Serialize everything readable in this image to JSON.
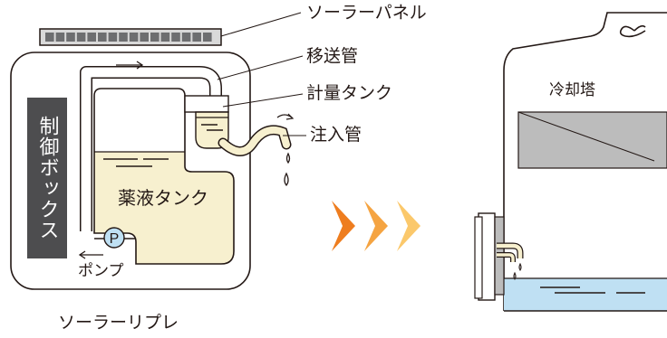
{
  "labels": {
    "solar_panel": "ソーラーパネル",
    "transfer_pipe": "移送管",
    "metering_tank": "計量タンク",
    "injection_pipe": "注入管",
    "control_box": "制御ボックス",
    "chemical_tank": "薬液タンク",
    "pump": "ポンプ",
    "pump_symbol": "P",
    "product_name": "ソーラーリプレ",
    "cooling_tower": "冷却塔"
  },
  "colors": {
    "outline": "#231815",
    "liquid": "#f7f0cf",
    "control_box": "#4d4d4f",
    "solar_cell": "#6d6e70",
    "water": "#bfe0f3",
    "filler": "#bcbcbc",
    "arrow_1": "#ee7d1f",
    "arrow_2": "#f5a442",
    "arrow_3": "#fbc86b"
  }
}
